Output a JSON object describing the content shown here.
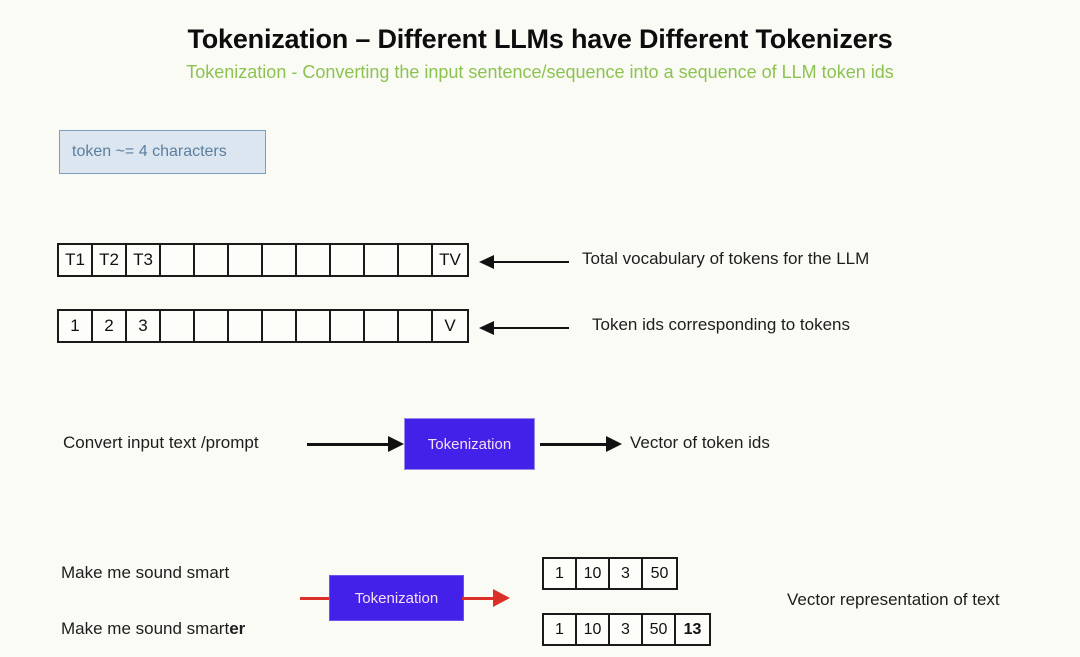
{
  "header": {
    "title": "Tokenization – Different LLMs have Different Tokenizers",
    "subtitle": "Tokenization - Converting the input sentence/sequence into a sequence of LLM token ids",
    "title_color": "#0d0d0d",
    "subtitle_color": "#8cc350"
  },
  "note": {
    "text": "token ~= 4 characters",
    "fill": "#dce6f1",
    "border": "#7b9cbd",
    "text_color": "#5b7f9e"
  },
  "vocabulary_row": {
    "cells": [
      "T1",
      "T2",
      "T3",
      "",
      "",
      "",
      "",
      "",
      "",
      "",
      "",
      "TV"
    ],
    "arrow_direction": "left",
    "label": "Total vocabulary of tokens for the LLM"
  },
  "token_id_row": {
    "cells": [
      "1",
      "2",
      "3",
      "",
      "",
      "",
      "",
      "",
      "",
      "",
      "",
      "V"
    ],
    "arrow_direction": "left",
    "label": "Token ids corresponding to tokens"
  },
  "flow": {
    "input_label": "Convert input text /prompt",
    "process_label": "Tokenization",
    "output_label": "Vector of token ids",
    "box_fill": "#4421e8",
    "box_text_color": "#f6dff2",
    "arrow_color": "#111111"
  },
  "example": {
    "sentence_1": "Make me sound smart",
    "sentence_2_prefix": "Make me sound smart",
    "sentence_2_suffix": "er",
    "process_label": "Tokenization",
    "arrow_color": "#dd2f2a",
    "output_row_1": [
      "1",
      "10",
      "3",
      "50"
    ],
    "output_row_2": [
      "1",
      "10",
      "3",
      "50",
      "13"
    ],
    "output_row_2_bold_index": 4,
    "caption": "Vector representation of text"
  }
}
